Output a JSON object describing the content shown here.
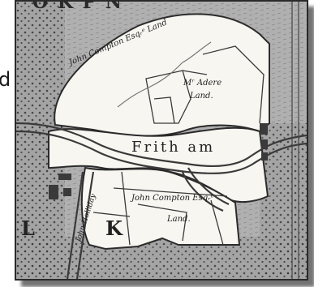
{
  "side_fragment": "d",
  "map": {
    "top_fragment": "O    K    P    N",
    "labels": {
      "compton_upper": "John Compton Esqᵣᵉ Land",
      "adere_name": "Mʳ Adere",
      "adere_land": "Land.",
      "fritham": "Frith am",
      "compton_lower": "John Compton Esqᵣᵉ",
      "compton_lower_land": "Land.",
      "holliday": "John Holliday",
      "letter_l": "L",
      "letter_k": "K"
    }
  }
}
